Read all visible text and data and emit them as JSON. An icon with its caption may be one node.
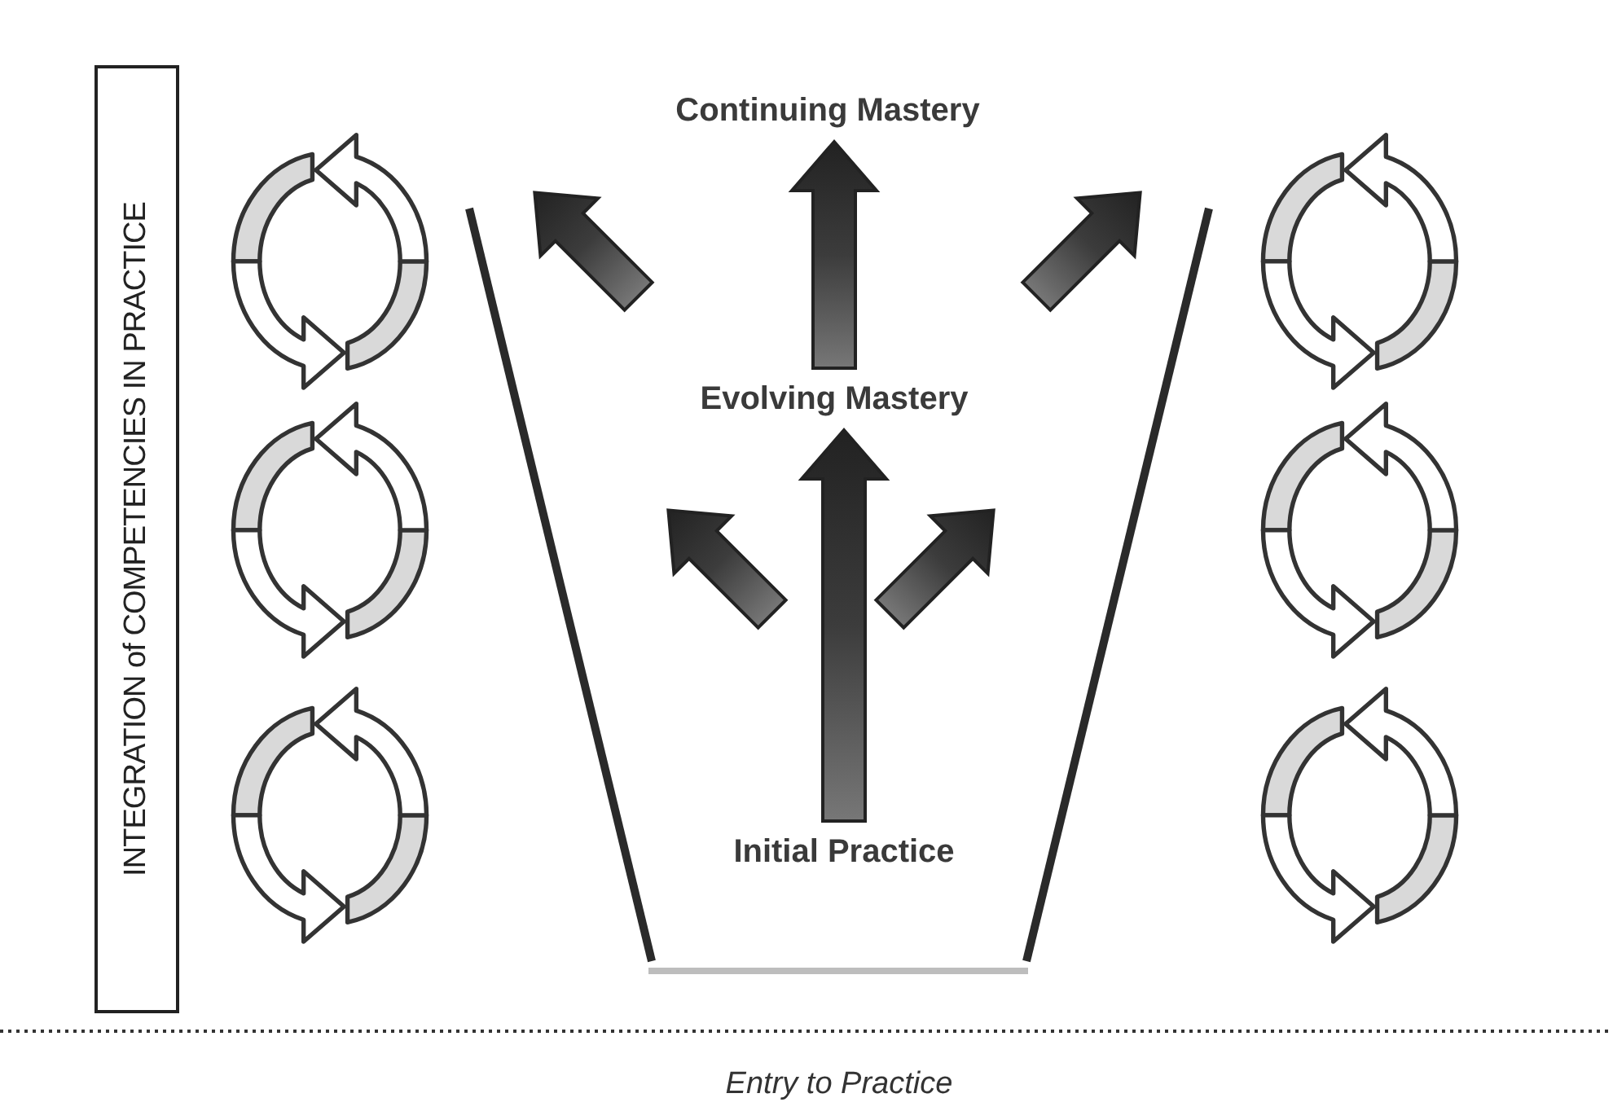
{
  "diagram": {
    "nodes": [
      {
        "text": [
          "INTEGRATION of COMPETENCIES IN PRACTICE"
        ]
      },
      {
        "text": [
          "Continuing Mastery"
        ]
      },
      {
        "text": [
          "Evolving Mastery"
        ]
      },
      {
        "text": [
          "Initial Practice"
        ]
      }
    ],
    "edges": [
      {
        "from": 3,
        "to": 2,
        "arrow": "to"
      },
      {
        "from": 2,
        "to": 1,
        "arrow": "to"
      }
    ],
    "labels": [
      "Entry to Practice"
    ]
  }
}
